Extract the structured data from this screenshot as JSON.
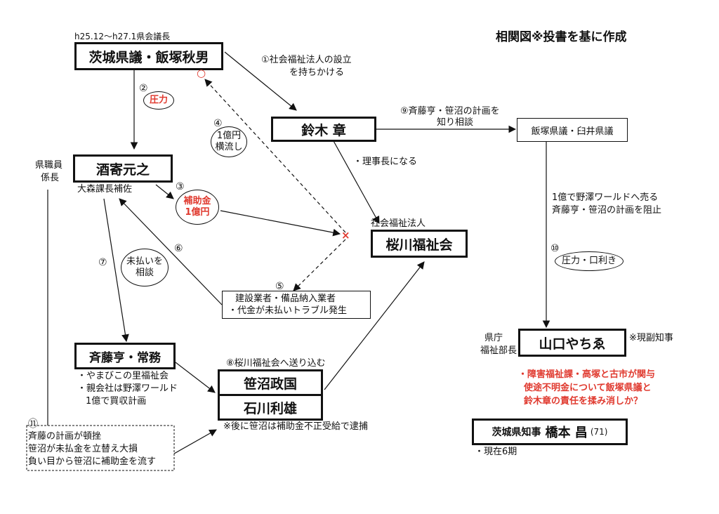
{
  "title": "相関図※投書を基に作成",
  "nodes": {
    "iizuka": {
      "period": "h25.12〜h27.1県会議長",
      "name": "茨城県議・飯塚秋男"
    },
    "suzuki": {
      "name": "鈴木 章"
    },
    "sakayori": {
      "role_lines": [
        "県職員",
        "係長"
      ],
      "name": "酒寄元之",
      "sub": "大森課長補佐"
    },
    "sakuragawa": {
      "label": "社会福祉法人",
      "name": "桜川福祉会"
    },
    "iizuka_usui": {
      "name": "飯塚県議・臼井県議"
    },
    "contractors": {
      "lines": [
        "建設業者・備品納入業者",
        "・代金が未払いトラブル発生"
      ]
    },
    "saito": {
      "name": "斉藤亨・常務",
      "notes": [
        "・やまびこの里福祉会",
        "・親会社は野澤ワールド",
        "1億で買収計画"
      ]
    },
    "sasanuma": {
      "name": "笹沼政国"
    },
    "ishikawa": {
      "name": "石川利雄"
    },
    "sasanuma_note": "※後に笹沼は補助金不正受給で逮捕",
    "yamaguchi": {
      "role_lines": [
        "県庁",
        "福祉部長"
      ],
      "name": "山口やちゑ",
      "note": "※現副知事"
    },
    "hashimoto": {
      "title": "茨城県知事",
      "name": "橋本 昌",
      "age": "(71)",
      "note": "・現在6期"
    }
  },
  "labels": {
    "l1": [
      "①社会福祉法人の設立",
      "を持ちかける"
    ],
    "l2_num": "②",
    "l2_ellipse": "圧力",
    "l3_num": "③",
    "l3_ellipse": [
      "補助金",
      "1億円"
    ],
    "l4_num": "④",
    "l4_ellipse": [
      "1億円",
      "横流し"
    ],
    "l5_num": "⑤",
    "l6_num": "⑥",
    "l6_ellipse": [
      "未払いを",
      "相談"
    ],
    "l7_num": "⑦",
    "l8": "⑧桜川福祉会へ送り込む",
    "l9": [
      "⑨斉藤亨・笹沼の計画を",
      "知り相談"
    ],
    "l10_num": "⑩",
    "l10_ellipse": "圧力・口利き",
    "l11_num": "⑪",
    "l11_lines": [
      "斉藤の計画が頓挫",
      "笹沼が未払金を立替え大損",
      "負い目から笹沼に補助金を流す"
    ],
    "chairman": "・理事長になる",
    "yamaguchi_plan": [
      "1億で野澤ワールドへ売る",
      "斉藤亨・笹沼の計画を阻止"
    ],
    "red_note": [
      "・障害福祉課・高塚と古市が関与",
      "使途不明金について飯塚県議と",
      "鈴木章の責任を揉み消しか？"
    ],
    "circle_mark": "○",
    "x_mark": "×"
  },
  "colors": {
    "accent_red": "#e03a2f",
    "ink": "#111111"
  }
}
